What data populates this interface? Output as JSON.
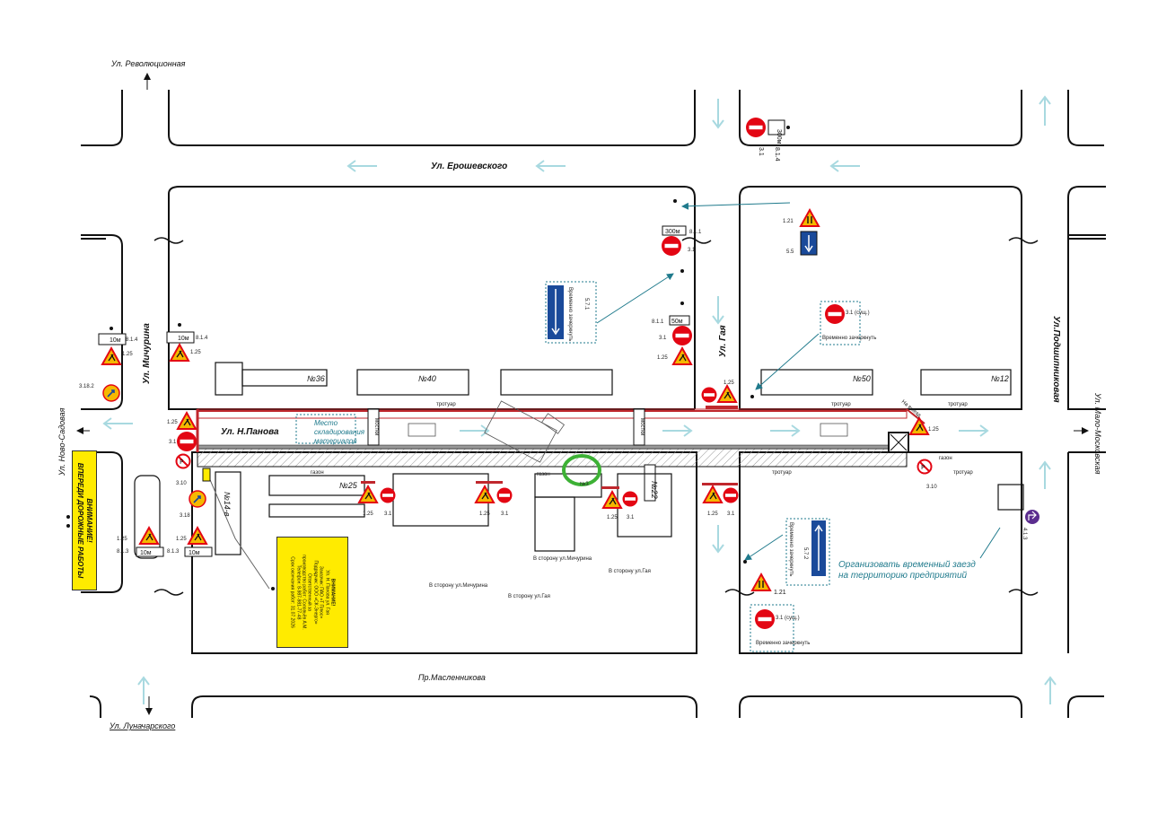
{
  "streets": {
    "revolutsionnaya": "Ул. Революционная",
    "eroshevskogo": "Ул. Ерошевского",
    "michurina": "Ул. Мичурина",
    "n_panova": "Ул. Н.Панова",
    "gaya": "Ул. Гая",
    "podshipnikovaya": "Ул.Подшипниковая",
    "novo_sadovaya": "Ул. Ново-Садовая",
    "malo_moskovskaya": "Ул. Мало-Московская",
    "maslennikova": "Пр.Масленникова",
    "lunacharskogo": "Ул. Луначарского"
  },
  "houses": [
    "№36",
    "№40",
    "№50",
    "№12",
    "№25",
    "№14-в",
    "№22",
    "№3"
  ],
  "sidewalk": "тротуар",
  "lawn": "газон",
  "bridge": "мостки",
  "storage": "Место складирования материалов",
  "temp_entry": "Организовать временный заезд на территорию предприятий",
  "direction_notes": [
    "В сторону ул.Мичурина",
    "В сторону ул.Гая"
  ],
  "sign_labels": {
    "s31": "3.1",
    "s125": "1.25",
    "s121": "1.21",
    "s310": "3.10",
    "s318": "3.18",
    "s3182": "3.18.2",
    "s811": "8.1.1",
    "s813": "8.1.3",
    "s814": "8.1.4",
    "s413": "4.1.3",
    "s55": "5.5",
    "s571": "5.7.1",
    "s572": "5.7.2",
    "s31sush": "3.1 (сущ.)",
    "temp_cancel": "Временно зачеркнуть",
    "plate_300": "300м",
    "plate_50": "50м",
    "plate_10": "10м",
    "na_vyezd": "На выезд"
  },
  "warning_box": {
    "line1": "ВНИМАНИЕ!",
    "line2": "ВПЕРЕДИ ДОРОЖНЫЕ РАБОТЫ"
  },
  "info_board": {
    "lines": [
      "ВНИМАНИЕ!",
      "Ул. Н. Панова ул. Гая",
      "Заказчик: ПАО «Т Плюс»",
      "Подрядчик: ООО «СК-Энерго»",
      "Ответственный за",
      "производство работ: Соловьёв А.М.",
      "Телефон: 8-987-981-77-48",
      "Срок окончания работ: 31.07.2026"
    ]
  },
  "colors": {
    "road": "#111111",
    "closure": "#c0272d",
    "flow_arrow": "#a8d9e0",
    "sign_red": "#e30613",
    "sign_yellow": "#f5b800",
    "callout": "#1f7a8c",
    "highlight": "#3db135"
  }
}
